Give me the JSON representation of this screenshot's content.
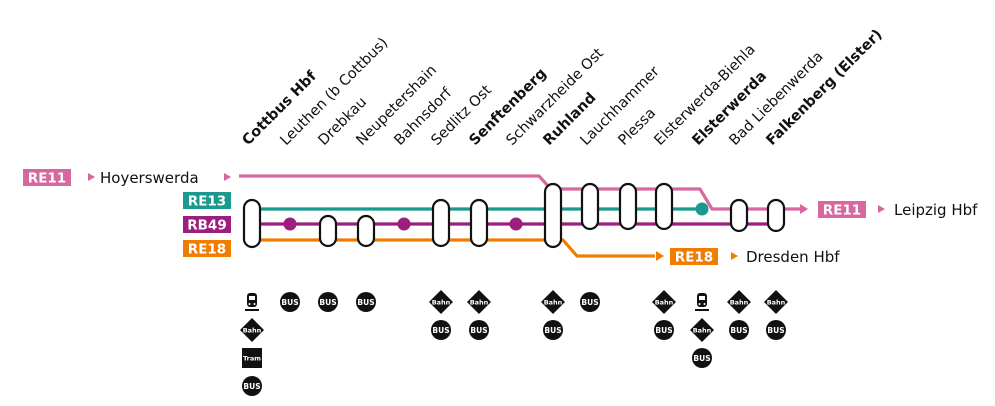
{
  "stations": [
    {
      "name": "Cottbus Hbf",
      "bold": true,
      "services": [
        "train-icon",
        "Bahn",
        "Tram",
        "BUS"
      ]
    },
    {
      "name": "Leuthen (b Cottbus)",
      "bold": false,
      "services": [
        "BUS"
      ]
    },
    {
      "name": "Drebkau",
      "bold": false,
      "services": [
        "BUS"
      ]
    },
    {
      "name": "Neupetershain",
      "bold": false,
      "services": [
        "BUS"
      ]
    },
    {
      "name": "Bahnsdorf",
      "bold": false,
      "services": []
    },
    {
      "name": "Sedlitz Ost",
      "bold": false,
      "services": [
        "Bahn",
        "BUS"
      ]
    },
    {
      "name": "Senftenberg",
      "bold": true,
      "services": [
        "Bahn",
        "BUS"
      ]
    },
    {
      "name": "Schwarzheide Ost",
      "bold": false,
      "services": []
    },
    {
      "name": "Ruhland",
      "bold": true,
      "services": [
        "Bahn",
        "BUS"
      ]
    },
    {
      "name": "Lauchhammer",
      "bold": false,
      "services": [
        "BUS"
      ]
    },
    {
      "name": "Plessa",
      "bold": false,
      "services": []
    },
    {
      "name": "Elsterwerda-Biehla",
      "bold": false,
      "services": [
        "Bahn",
        "BUS"
      ]
    },
    {
      "name": "Elsterwerda",
      "bold": true,
      "services": [
        "train-icon",
        "Bahn",
        "BUS"
      ]
    },
    {
      "name": "Bad Liebenwerda",
      "bold": false,
      "services": [
        "Bahn",
        "BUS"
      ]
    },
    {
      "name": "Falkenberg (Elster)",
      "bold": true,
      "services": [
        "Bahn",
        "BUS"
      ]
    }
  ],
  "lines": [
    {
      "id": "RE11",
      "label": "RE11",
      "color": "#d6679f",
      "from": "Hoyerswerda",
      "to": "Leipzig Hbf"
    },
    {
      "id": "RE13",
      "label": "RE13",
      "color": "#1a9a8e"
    },
    {
      "id": "RB49",
      "label": "RB49",
      "color": "#9c1e7f"
    },
    {
      "id": "RE18",
      "label": "RE18",
      "color": "#f07d00",
      "to": "Dresden Hbf"
    }
  ],
  "arrow_glyph": "▸"
}
